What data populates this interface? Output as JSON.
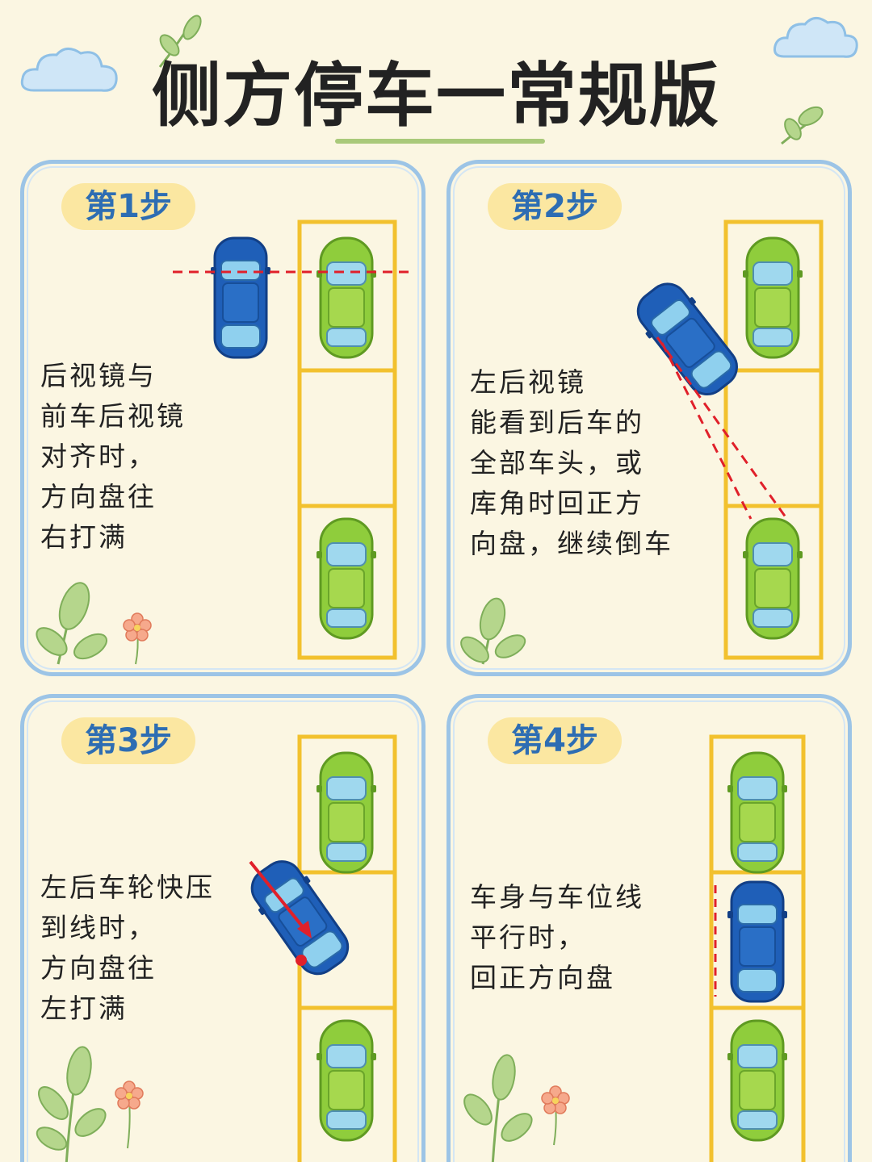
{
  "title": "侧方停车一常规版",
  "steps": [
    {
      "label": "第1步",
      "text": "后视镜与\n前车后视镜\n对齐时，\n方向盘往\n右打满"
    },
    {
      "label": "第2步",
      "text": "左后视镜\n能看到后车的\n全部车头，或\n库角时回正方\n向盘，继续倒车"
    },
    {
      "label": "第3步",
      "text": "左后车轮快压\n到线时，\n方向盘往\n左打满"
    },
    {
      "label": "第4步",
      "text": "车身与车位线\n平行时，\n回正方向盘"
    }
  ],
  "colors": {
    "background": "#fbf6e2",
    "panel_border": "#9cc4e6",
    "badge_fill": "#fbe7a1",
    "badge_text": "#2d6db3",
    "slot_line": "#f2c12e",
    "car_green": "#8fcd3c",
    "car_blue": "#1f5fb8",
    "guide_red": "#e0202a"
  }
}
